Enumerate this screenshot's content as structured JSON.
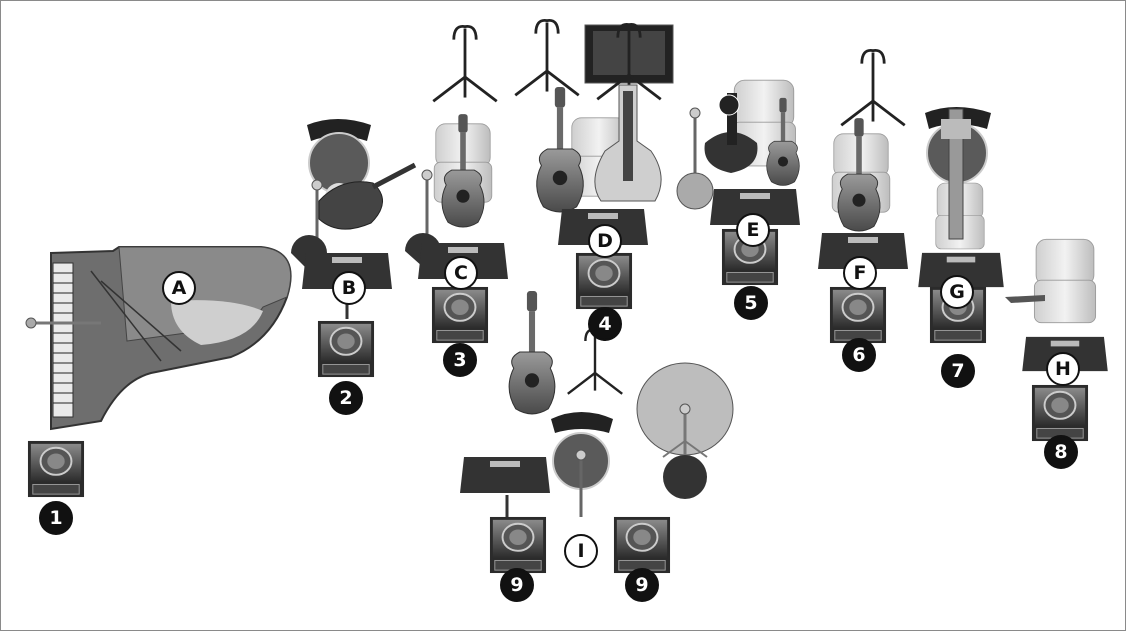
{
  "diagram": {
    "instrument_labels": [
      "A",
      "B",
      "C",
      "D",
      "E",
      "F",
      "G",
      "H",
      "I"
    ],
    "monitor_labels": [
      "1",
      "2",
      "3",
      "4",
      "5",
      "6",
      "7",
      "8",
      "9",
      "9"
    ]
  }
}
